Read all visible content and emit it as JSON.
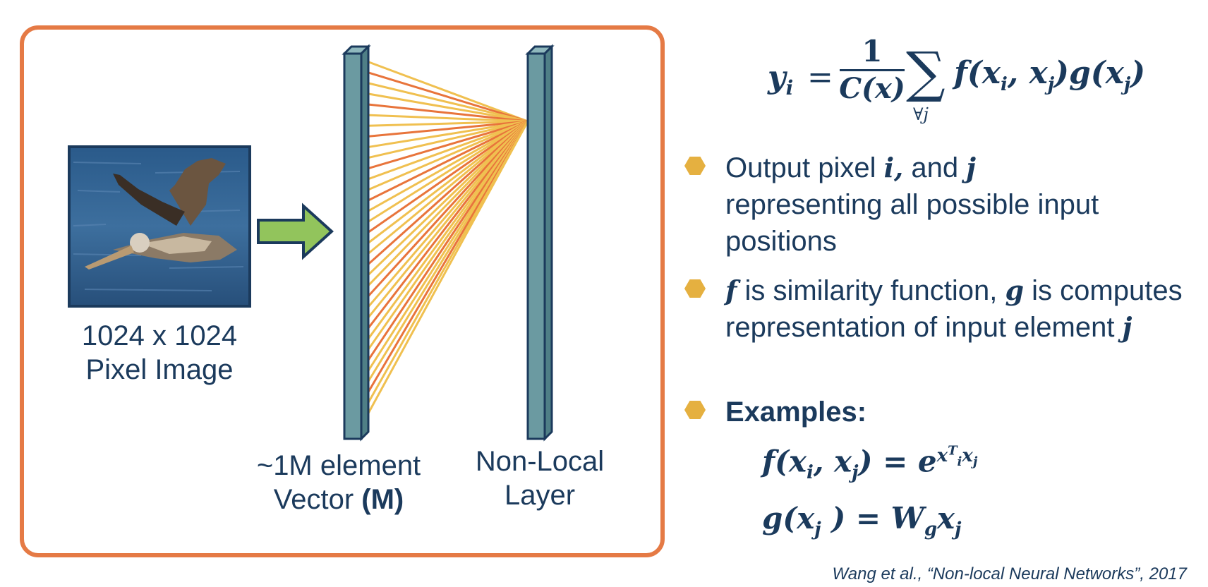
{
  "diagram": {
    "image_label_line1": "1024 x 1024",
    "image_label_line2": "Pixel Image",
    "vector_label_line1": "~1M element",
    "vector_label_line2": "Vector",
    "vector_label_bold": "(M)",
    "layer_label_line1": "Non-Local",
    "layer_label_line2": "Layer"
  },
  "formula": {
    "lhs": "y",
    "lhs_sub": "i",
    "equals": "=",
    "numerator": "1",
    "denominator": "C(x)",
    "sum": "∑",
    "sum_sub": "∀j",
    "term": "f(x",
    "term_sub_i": "i",
    "comma": ", x",
    "term_sub_j": "j",
    "term_end": ")g(x",
    "term_sub_j2": "j",
    "close": ")"
  },
  "bullets": [
    {
      "text_pre": "Output pixel ",
      "var1": "i,",
      "text_mid": " and ",
      "var2": "j",
      "text_post": "representing all possible input positions"
    },
    {
      "var1": "f",
      "text_mid": " is similarity function, ",
      "var2": "g",
      "text_post": " is computes representation of input element ",
      "var3": "j"
    },
    {
      "heading": "Examples:"
    }
  ],
  "examples": {
    "f_lhs": "f(x",
    "f_sub_i": "i",
    "f_comma": ", x",
    "f_sub_j": "j",
    "f_close": ") = e",
    "f_exp": "x",
    "f_exp_sup": "T",
    "f_exp_sub": "i",
    "f_exp_tail": "x",
    "f_exp_tail_sub": "j",
    "g_lhs": "g(x",
    "g_sub_j": "j",
    "g_close": " ) = W",
    "g_W_sub": "g",
    "g_x": "x",
    "g_x_sub": "j"
  },
  "citation": "Wang et al., “Non-local Neural Networks”, 2017",
  "colors": {
    "border": "#e57a45",
    "bar": "#6b9aa1",
    "line_orange": "#e8743b",
    "line_yellow": "#f0c050",
    "arrow": "#92c45c",
    "hex": "#e5b040",
    "text": "#1b3a5c"
  }
}
